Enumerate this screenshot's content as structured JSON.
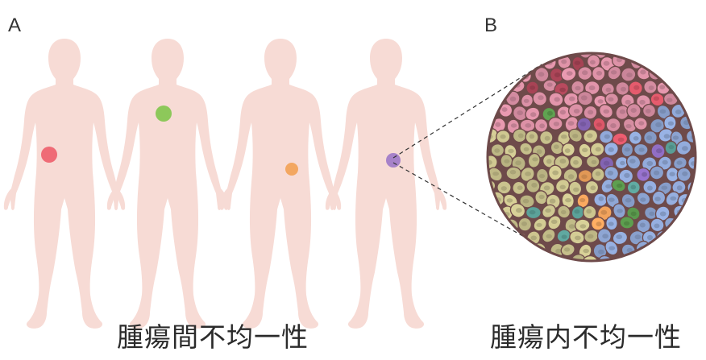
{
  "panels": {
    "a": {
      "label": "A",
      "caption": "腫瘍間不均一性"
    },
    "b": {
      "label": "B",
      "caption": "腫瘍内不均一性"
    }
  },
  "figures": [
    {
      "name": "person-1",
      "tumor_color": "#ef6b76"
    },
    {
      "name": "person-2",
      "tumor_color": "#8dc85a"
    },
    {
      "name": "person-3",
      "tumor_color": "#f3a761"
    },
    {
      "name": "person-4",
      "tumor_color": "#a782c9"
    }
  ],
  "colors": {
    "silhouette": "#f7dbd5",
    "outline": "#6e4a4a",
    "clone_pink": "#d98fa4",
    "clone_olive": "#c9c28d",
    "clone_blue": "#8fa7d6",
    "minor_red": "#e45a6c",
    "minor_purple": "#8d6bc0",
    "minor_teal": "#5fa8a0",
    "minor_green": "#5d9e4f",
    "minor_orange": "#f0a25c",
    "minor_maroon": "#b0475a"
  }
}
